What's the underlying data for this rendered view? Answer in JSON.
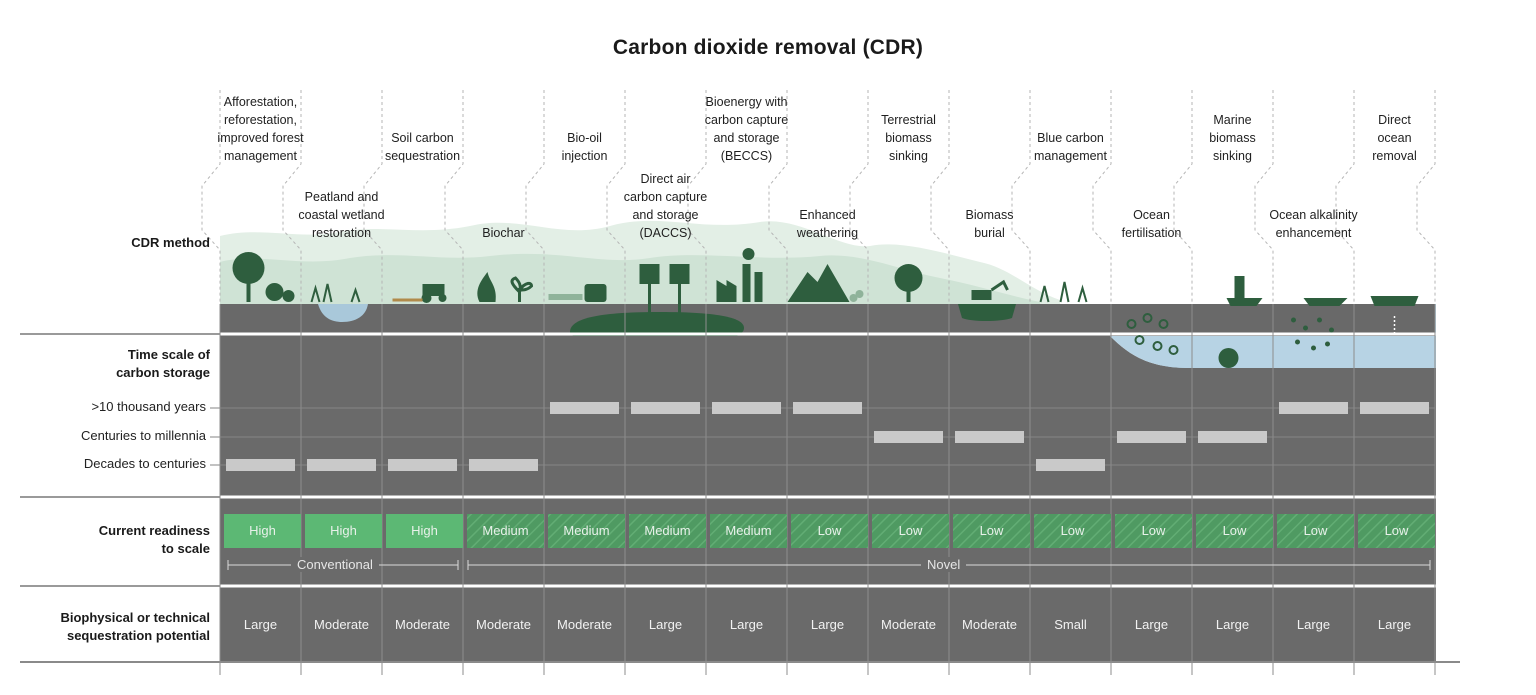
{
  "title": "Carbon dioxide removal (CDR)",
  "row_labels": {
    "method": "CDR method",
    "time_scale": "Time scale of\ncarbon storage",
    "readiness": "Current readiness\nto scale",
    "potential": "Biophysical or technical\nsequestration potential"
  },
  "time_levels": [
    ">10 thousand years",
    "Centuries to millennia",
    "Decades to centuries"
  ],
  "groups": {
    "conventional": "Conventional",
    "novel": "Novel"
  },
  "colors": {
    "dark_panel": "#6a6a6a",
    "high": "#5cb874",
    "medium_low": "#4f9a62",
    "bar": "#c9c9c9",
    "landscape": "#2e5e3e",
    "ocean": "#b7d3e4"
  },
  "methods": [
    {
      "name": "Afforestation,\nreforestation,\nimproved forest\nmanagement",
      "row": "top",
      "time": "Decades to centuries",
      "readiness": "High",
      "potential": "Large",
      "icon": "trees-icon"
    },
    {
      "name": "Peatland and\ncoastal wetland\nrestoration",
      "row": "bottom",
      "time": "Decades to centuries",
      "readiness": "High",
      "potential": "Moderate",
      "icon": "wetland-icon"
    },
    {
      "name": "Soil carbon\nsequestration",
      "row": "top",
      "time": "Decades to centuries",
      "readiness": "High",
      "potential": "Moderate",
      "icon": "tractor-icon"
    },
    {
      "name": "Biochar",
      "row": "bottom",
      "time": "Decades to centuries",
      "readiness": "Medium",
      "potential": "Moderate",
      "icon": "fire-plant-icon"
    },
    {
      "name": "Bio-oil\ninjection",
      "row": "top",
      "time": ">10 thousand years",
      "readiness": "Medium",
      "potential": "Moderate",
      "icon": "pipe-icon"
    },
    {
      "name": "Direct air\ncarbon capture\nand storage\n(DACCS)",
      "row": "bottom",
      "time": ">10 thousand years",
      "readiness": "Medium",
      "potential": "Large",
      "icon": "fan-units-icon"
    },
    {
      "name": "Bioenergy with\ncarbon capture\nand storage\n(BECCS)",
      "row": "top",
      "time": ">10 thousand years",
      "readiness": "Medium",
      "potential": "Large",
      "icon": "factory-icon"
    },
    {
      "name": "Enhanced\nweathering",
      "row": "bottom",
      "time": ">10 thousand years",
      "readiness": "Low",
      "potential": "Large",
      "icon": "rock-icon"
    },
    {
      "name": "Terrestrial\nbiomass\nsinking",
      "row": "top",
      "time": "Centuries to millennia",
      "readiness": "Low",
      "potential": "Moderate",
      "icon": "tree-icon"
    },
    {
      "name": "Biomass\nburial",
      "row": "bottom",
      "time": "Centuries to millennia",
      "readiness": "Low",
      "potential": "Moderate",
      "icon": "excavator-icon"
    },
    {
      "name": "Blue carbon\nmanagement",
      "row": "top",
      "time": "Decades to centuries",
      "readiness": "Low",
      "potential": "Small",
      "icon": "seagrass-icon"
    },
    {
      "name": "Ocean\nfertilisation",
      "row": "bottom",
      "time": "Centuries to millennia",
      "readiness": "Low",
      "potential": "Large",
      "icon": "bubbles-icon"
    },
    {
      "name": "Marine\nbiomass\nsinking",
      "row": "top",
      "time": "Centuries to millennia",
      "readiness": "Low",
      "potential": "Large",
      "icon": "ship-icon"
    },
    {
      "name": "Ocean alkalinity\nenhancement",
      "row": "bottom",
      "time": ">10 thousand years",
      "readiness": "Low",
      "potential": "Large",
      "icon": "boat-particles-icon"
    },
    {
      "name": "Direct\nocean\nremoval",
      "row": "top",
      "time": ">10 thousand years",
      "readiness": "Low",
      "potential": "Large",
      "icon": "platform-icon"
    }
  ]
}
